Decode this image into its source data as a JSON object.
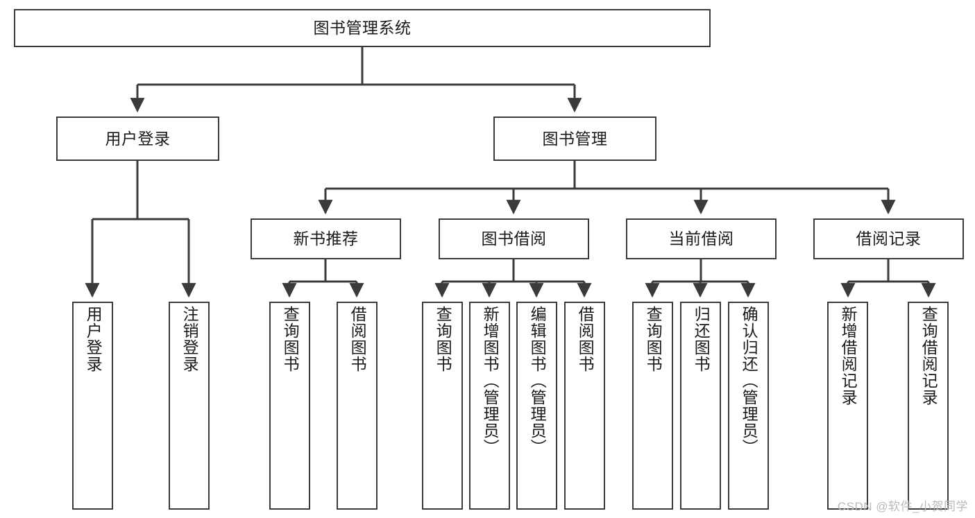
{
  "diagram": {
    "type": "tree-hierarchy-diagram",
    "title": "图书管理系统",
    "orientation": "top-down",
    "colors": {
      "box_border": "#3a3a3a",
      "box_fill": "#ffffff",
      "connector": "#3a3a3a",
      "text": "#1a1a1a",
      "watermark": "#b9b9b9",
      "background": "#ffffff"
    },
    "root": {
      "label": "图书管理系统",
      "name": "root-node-book-management-system"
    },
    "level2": [
      {
        "label": "用户登录",
        "name": "node-user-login"
      },
      {
        "label": "图书管理",
        "name": "node-book-management"
      }
    ],
    "level3": [
      {
        "label": "新书推荐",
        "name": "node-new-book-recommend"
      },
      {
        "label": "图书借阅",
        "name": "node-book-borrow"
      },
      {
        "label": "当前借阅",
        "name": "node-current-borrow"
      },
      {
        "label": "借阅记录",
        "name": "node-borrow-record"
      }
    ],
    "leaves": {
      "user_login": [
        {
          "label": "用户登录",
          "name": "leaf-user-login"
        },
        {
          "label": "注销登录",
          "name": "leaf-logout"
        }
      ],
      "new_book_recommend": [
        {
          "label": "查询图书",
          "name": "leaf-query-book-recommend"
        },
        {
          "label": "借阅图书",
          "name": "leaf-borrow-book-recommend"
        }
      ],
      "book_borrow": [
        {
          "label": "查询图书",
          "name": "leaf-query-book-borrow"
        },
        {
          "label": "新增图书（管理员）",
          "name": "leaf-add-book-admin"
        },
        {
          "label": "编辑图书（管理员）",
          "name": "leaf-edit-book-admin"
        },
        {
          "label": "借阅图书",
          "name": "leaf-borrow-book"
        }
      ],
      "current_borrow": [
        {
          "label": "查询图书",
          "name": "leaf-query-book-current"
        },
        {
          "label": "归还图书",
          "name": "leaf-return-book"
        },
        {
          "label": "确认归还（管理员）",
          "name": "leaf-confirm-return-admin"
        }
      ],
      "borrow_record": [
        {
          "label": "新增借阅记录",
          "name": "leaf-add-borrow-record"
        },
        {
          "label": "查询借阅记录",
          "name": "leaf-query-borrow-record"
        }
      ]
    },
    "watermark": "CSDN @软件_小贺同学"
  }
}
